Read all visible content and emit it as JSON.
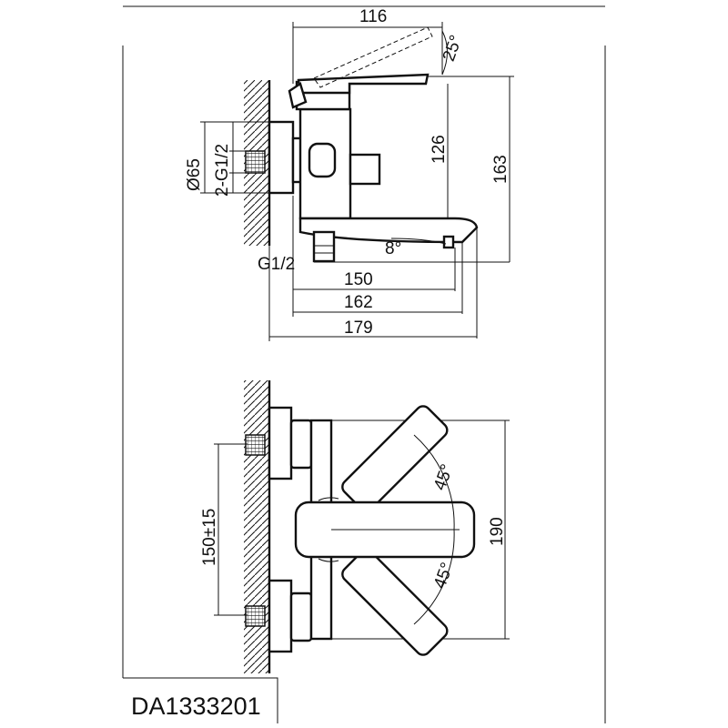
{
  "drawing": {
    "model_code": "DA1333201",
    "side_view": {
      "dim_depth_top": "116",
      "dim_lever_angle": "25°",
      "dim_spout_height": "126",
      "dim_total_height": "163",
      "dim_diameter": "Ø65",
      "dim_inlet_thread": "2-G1/2",
      "dim_spout_angle": "8°",
      "dim_outlet_thread": "G1/2",
      "dim_spout_150": "150",
      "dim_spout_162": "162",
      "dim_spout_179": "179"
    },
    "front_view": {
      "dim_rotation_upper": "45°",
      "dim_rotation_lower": "45°",
      "dim_body_width": "190",
      "dim_centers": "150±15"
    }
  }
}
